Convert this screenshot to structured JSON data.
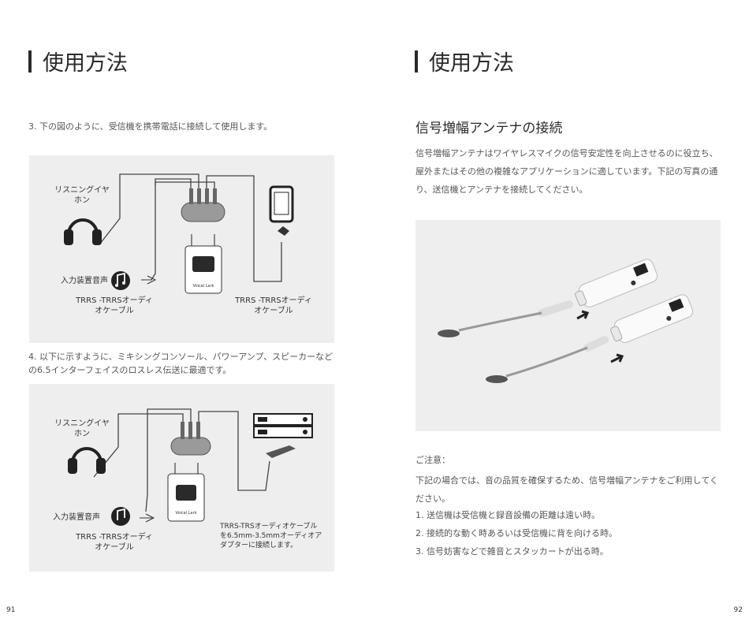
{
  "left": {
    "title": "使用方法",
    "step3": "3. 下の図のように、受信機を携帯電話に接続して使用します。",
    "diagram1": {
      "earphone_label": "リスニングイヤホン",
      "input_label": "入力装置音声",
      "device_brand": "Voical Lark",
      "cable_left": "TRRS -TRRSオーディオケーブル",
      "cable_right": "TRRS -TRRSオーディオケーブル"
    },
    "step4": "4. 以下に示すように、ミキシングコンソール、パワーアンプ、スピーカーなどの6.5インターフェイスのロスレス伝送に最適です。",
    "diagram2": {
      "earphone_label": "リスニングイヤホン",
      "input_label": "入力装置音声",
      "device_brand": "Voical Lark",
      "cable_left": "TRRS -TRRSオーディオケーブル",
      "cable_right": "TRRS-TRSオーディオケーブルを6.5mm-3.5mmオーディオアダプターに接続します。"
    },
    "page_number": "91"
  },
  "right": {
    "title": "使用方法",
    "section_heading": "信号増幅アンテナの接続",
    "intro": "信号増幅アンテナはワイヤレスマイクの信号安定性を向上させるのに役立ち、屋外またはその他の複雑なアプリケーションに適しています。下記の写真の通り、送信機とアンテナを接続してください。",
    "note_title": "ご注意：",
    "note_lead": "下記の場合では、音の品質を確保するため、信号増幅アンテナをご利用してください。",
    "notes": [
      "1. 送信機は受信機と録音設備の距離は遠い時。",
      "2. 接続的な動く時あるいは受信機に背を向ける時。",
      "3. 信号妨害などで雑音とスタッカートが出る時。"
    ],
    "page_number": "92"
  },
  "colors": {
    "panel": "#eeeeee",
    "line": "#444444",
    "text": "#3a3a3a"
  }
}
